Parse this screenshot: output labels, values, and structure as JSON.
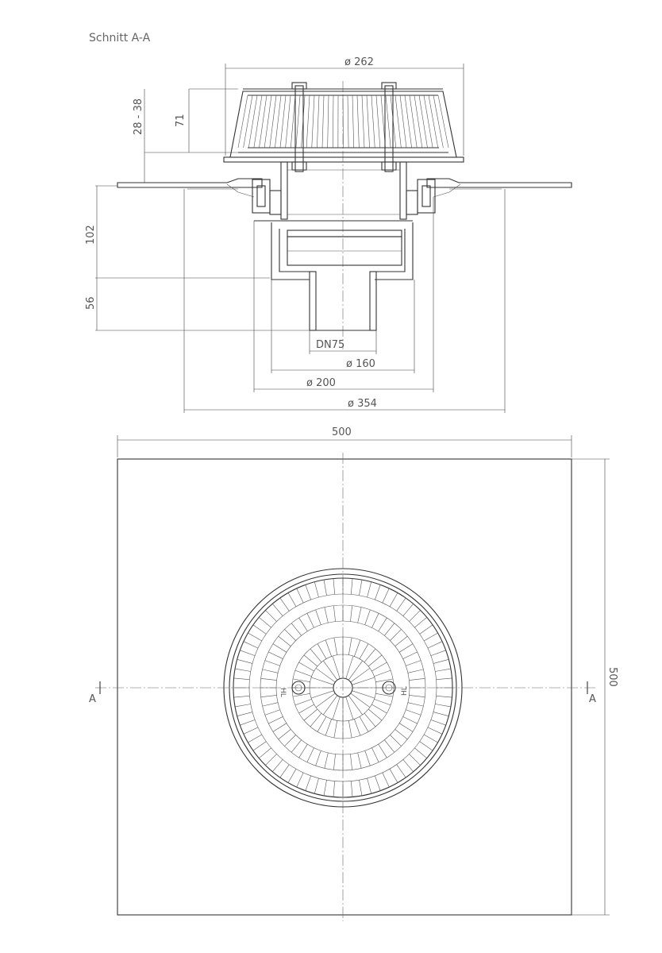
{
  "title": "Schnitt A-A",
  "dimensions": {
    "d262": "ø 262",
    "d160": "ø 160",
    "d200": "ø 200",
    "d354": "ø 354",
    "dn75": "DN75",
    "h71": "71",
    "h28_38": "28 - 38",
    "h102": "102",
    "h56": "56",
    "w500": "500",
    "h500": "500"
  },
  "section_marks": {
    "left": "A",
    "right": "A"
  },
  "grate_marks": {
    "left": "HL",
    "right": "HL"
  },
  "colors": {
    "line": "#333333",
    "text": "#555555",
    "background": "#ffffff"
  }
}
